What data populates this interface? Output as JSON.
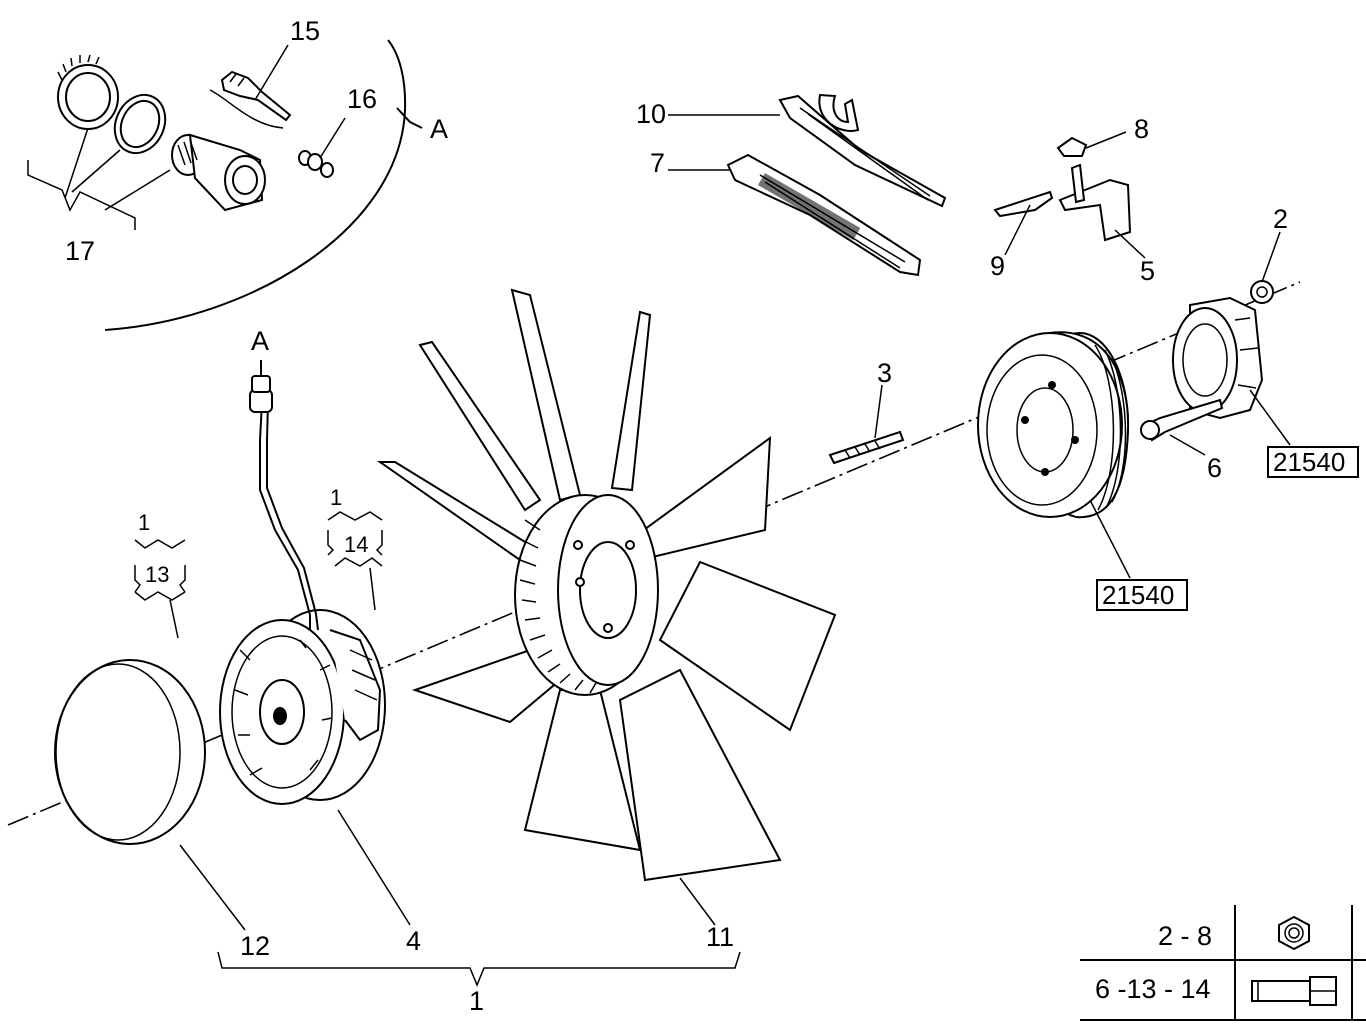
{
  "callouts": {
    "c15": "15",
    "c16": "16",
    "c17": "17",
    "detailA": "A",
    "connectorA": "A",
    "c10": "10",
    "c7": "7",
    "c8": "8",
    "c9": "9",
    "c5": "5",
    "c2": "2",
    "c3": "3",
    "c6": "6",
    "ref_upper": "21540",
    "ref_lower": "21540",
    "c1_left": "1",
    "c13": "13",
    "c1_mid": "1",
    "c14": "14",
    "c12": "12",
    "c4": "4",
    "c11": "11",
    "c1_bottom": "1"
  },
  "torque_table": {
    "row1_label": "2 - 8",
    "row1_icon": "hex-nut-icon",
    "row2_label": "6 -13 - 14",
    "row2_icon": "bolt-icon"
  }
}
